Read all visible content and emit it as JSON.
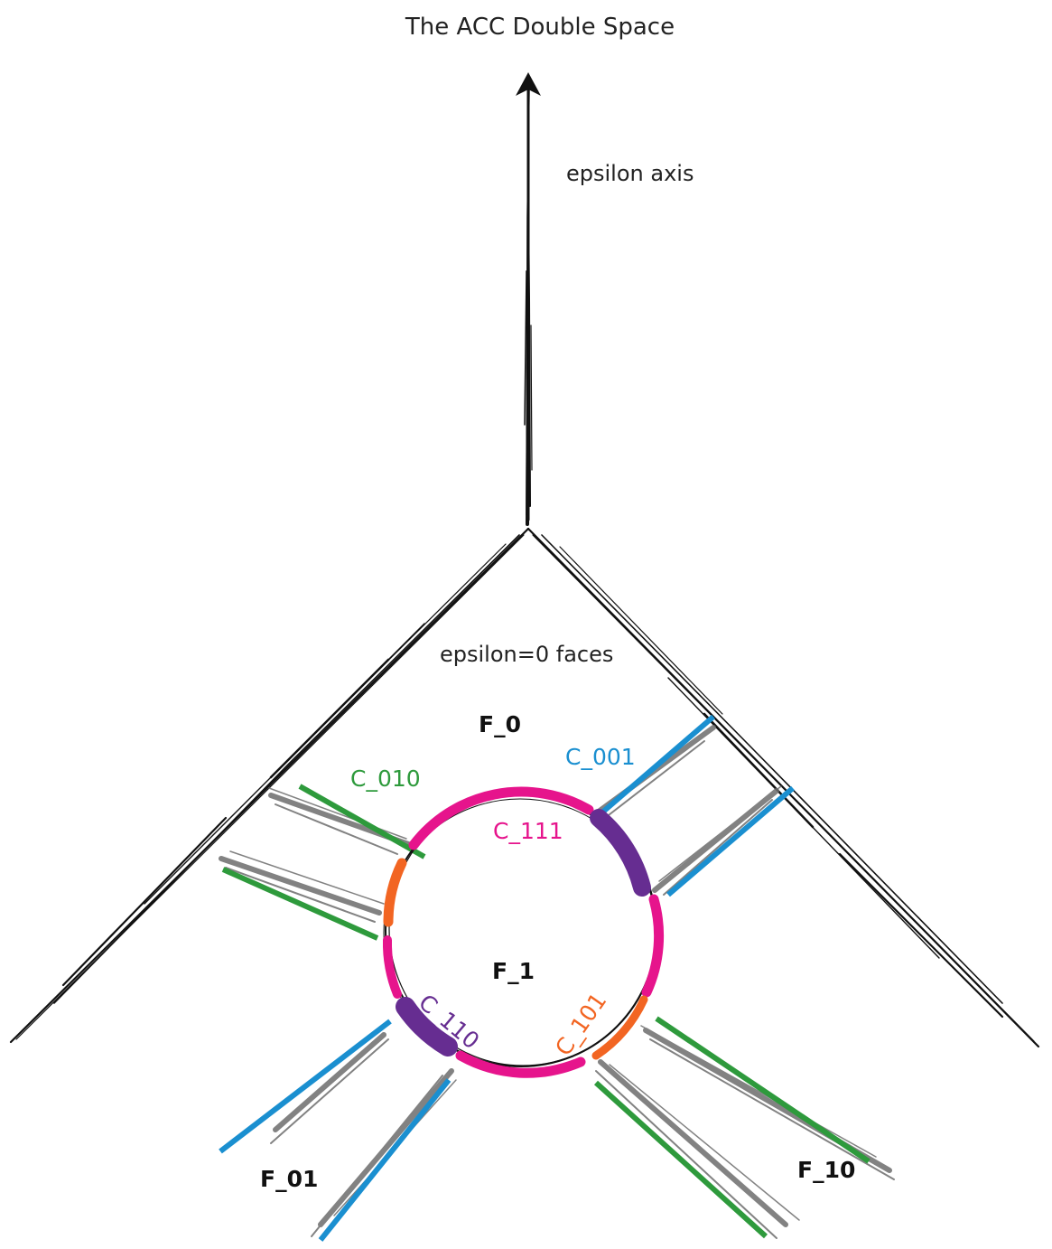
{
  "title": "The ACC Double Space",
  "labels": {
    "epsilon_axis": "epsilon axis",
    "epsilon_zero_faces": "epsilon=0 faces",
    "f0": "F_0",
    "f1": "F_1",
    "f01": "F_01",
    "f10": "F_10",
    "c001": "C_001",
    "c010": "C_010",
    "c111": "C_111",
    "c110": "C_110",
    "c101": "C_101"
  },
  "colors": {
    "axis": "#111111",
    "sketch_gray": "#6d6d6d",
    "blue": "#1a8fd0",
    "green": "#2e9a3c",
    "magenta": "#e6148c",
    "purple": "#662d91",
    "orange": "#f26522"
  }
}
